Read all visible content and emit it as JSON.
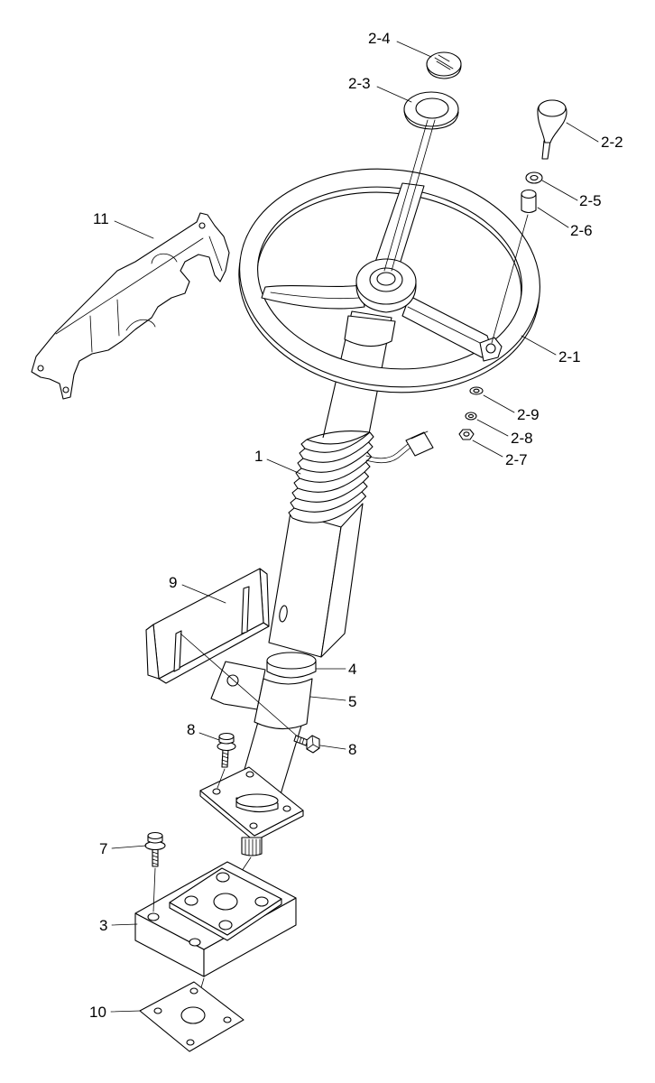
{
  "callouts": {
    "horn_cap": "2-4",
    "cap_ring": "2-3",
    "knob": "2-2",
    "knob_washer": "2-5",
    "knob_spacer": "2-6",
    "column_cover": "11",
    "steering_wheel": "2-1",
    "wheel_washer": "2-9",
    "wheel_lock_washer": "2-8",
    "wheel_nut": "2-7",
    "steering_column": "1",
    "mounting_plate": "9",
    "collar": "4",
    "column_bracket": "5",
    "bolt_left": "8",
    "bolt_right": "8",
    "base_bolt": "7",
    "pedestal": "3",
    "gasket": "10"
  }
}
